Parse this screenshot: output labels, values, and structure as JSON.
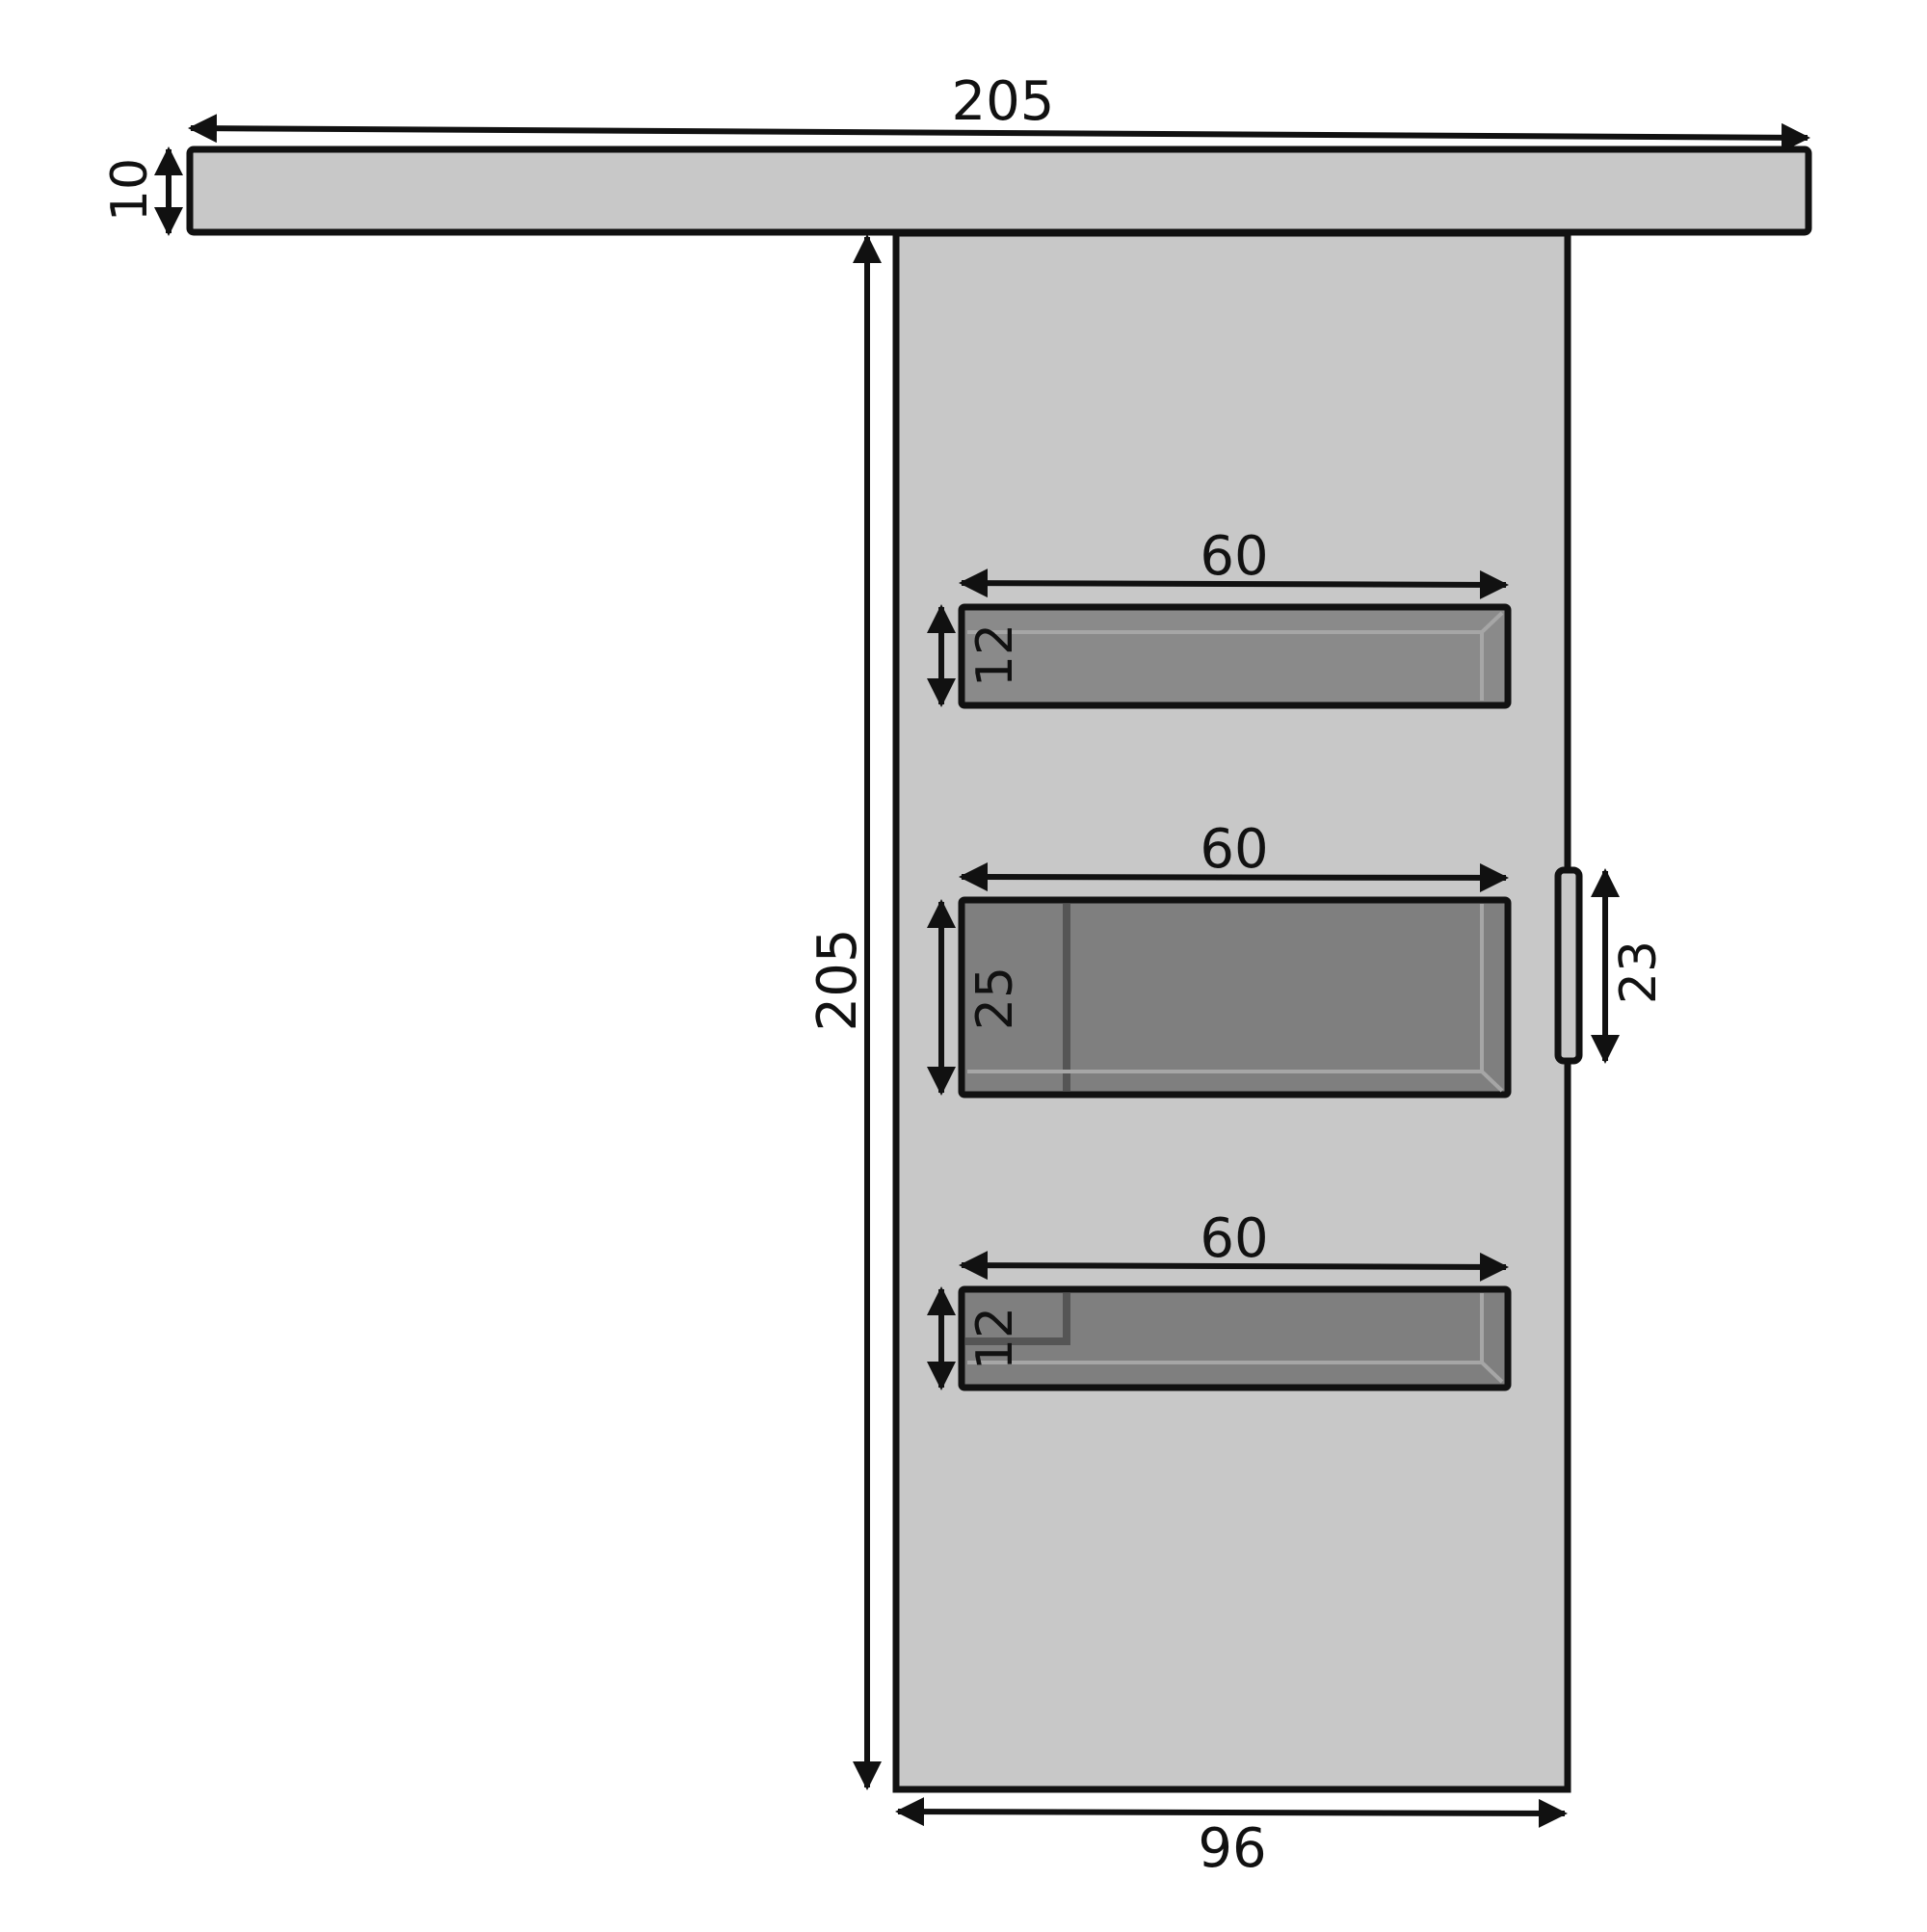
{
  "colors": {
    "line": "#111111",
    "panel": "#c8c8c8",
    "window": "#8a8a8a",
    "window_inner": "#7f7f7f",
    "bevel_light": "#a6a6a6",
    "background": "#ffffff"
  },
  "dimensions": {
    "rail_length": "205",
    "rail_height": "10",
    "door_height": "205",
    "door_width": "96",
    "window1_width": "60",
    "window1_height": "12",
    "window2_width": "60",
    "window2_height": "25",
    "window3_width": "60",
    "window3_height": "12",
    "handle_height": "23"
  }
}
